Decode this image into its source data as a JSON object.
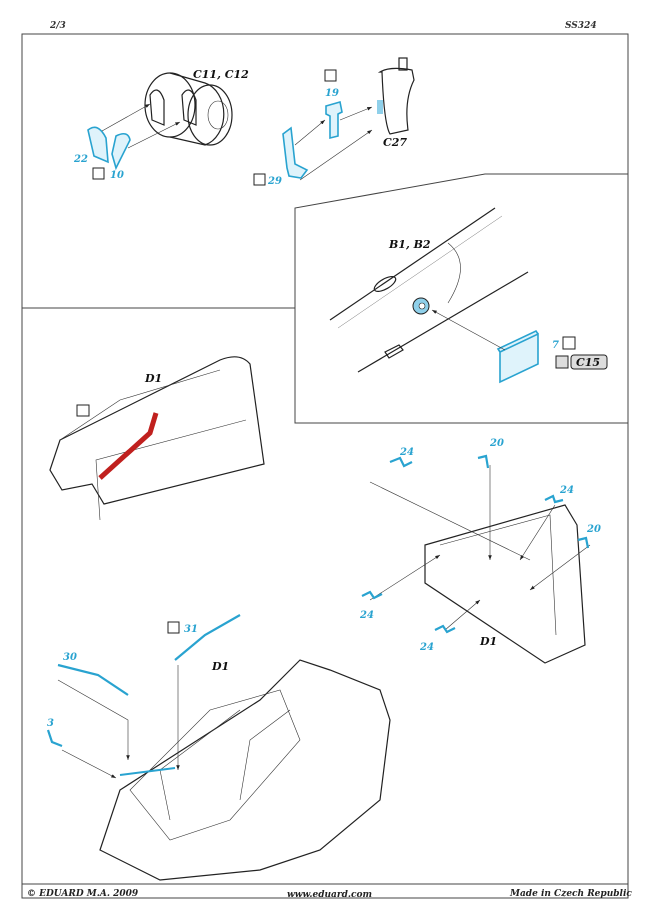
{
  "header": {
    "page": "2/3",
    "code": "SS324"
  },
  "step1": {
    "part_label": "C11, C12",
    "pe_a": "22",
    "pe_b": "10"
  },
  "step2": {
    "pe_a": "19",
    "pe_b": "29",
    "part_label": "C27"
  },
  "inset": {
    "part_label": "B1, B2",
    "pe": "7",
    "replace_part": "C15"
  },
  "step3": {
    "part_label": "D1"
  },
  "step4": {
    "part_label": "D1",
    "pe_a": "24",
    "pe_b": "20",
    "pe_c": "24",
    "pe_d": "20",
    "pe_e": "24",
    "pe_f": "24"
  },
  "step5": {
    "part_label": "D1",
    "pe_a": "30",
    "pe_b": "31",
    "pe_c": "3"
  },
  "footer": {
    "copyright": "© EDUARD  M.A. 2009",
    "website": "www.eduard.com",
    "origin": "Made in Czech Republic"
  },
  "colors": {
    "photo_etch": "#29a3d0",
    "paint_red": "#c0201e"
  }
}
